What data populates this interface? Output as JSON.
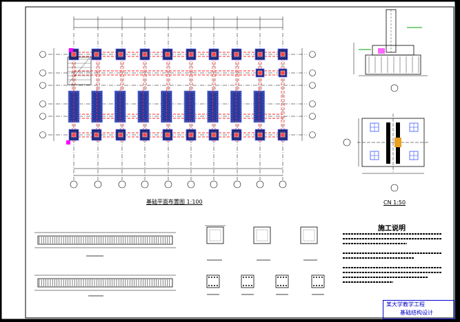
{
  "drawing": {
    "plan_title": "基础平面布置图 1:100",
    "detail_title": "CN 1:50",
    "notes_title": "施工说明",
    "title_block": {
      "line1": "某大学教学工程",
      "line2": "基础结构设计"
    }
  },
  "colors": {
    "background": "#ffffff",
    "frame": "#000000",
    "grid_blue": "#1a3aff",
    "column_red": "#ff2a2a",
    "hatch_dark": "#1a2070",
    "dim_green": "#00a000",
    "magenta": "#ff00ff"
  }
}
